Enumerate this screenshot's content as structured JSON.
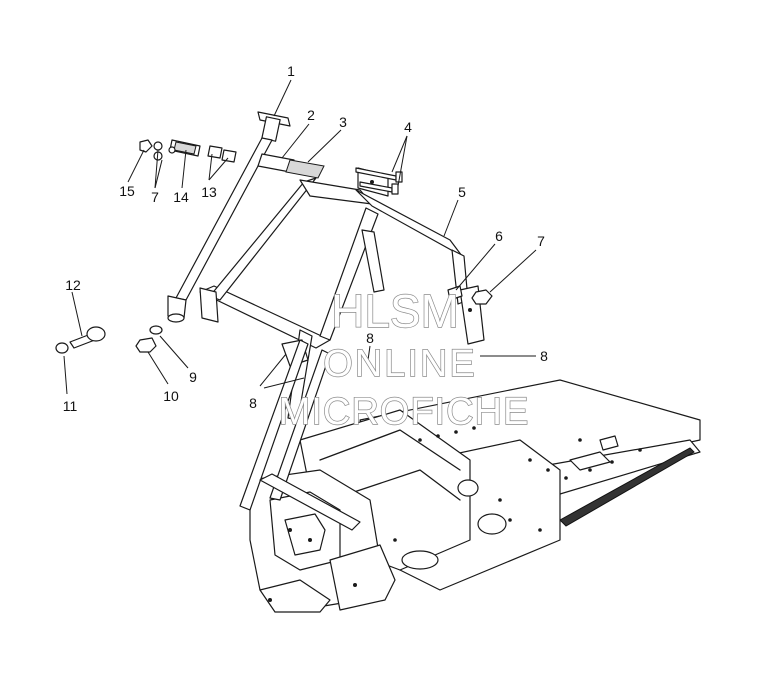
{
  "diagram": {
    "callouts": [
      {
        "id": "c1",
        "label": "1"
      },
      {
        "id": "c2",
        "label": "2"
      },
      {
        "id": "c3",
        "label": "3"
      },
      {
        "id": "c4",
        "label": "4"
      },
      {
        "id": "c5",
        "label": "5"
      },
      {
        "id": "c6",
        "label": "6"
      },
      {
        "id": "c7a",
        "label": "7"
      },
      {
        "id": "c7b",
        "label": "7"
      },
      {
        "id": "c8a",
        "label": "8"
      },
      {
        "id": "c8b",
        "label": "8"
      },
      {
        "id": "c8c",
        "label": "8"
      },
      {
        "id": "c9",
        "label": "9"
      },
      {
        "id": "c10",
        "label": "10"
      },
      {
        "id": "c11",
        "label": "11"
      },
      {
        "id": "c12",
        "label": "12"
      },
      {
        "id": "c13",
        "label": "13"
      },
      {
        "id": "c14",
        "label": "14"
      },
      {
        "id": "c15",
        "label": "15"
      }
    ]
  },
  "watermark": {
    "line1": "HLSM",
    "line2": "ONLINE",
    "line3": "MICROFICHE"
  },
  "colors": {
    "line": "#1a1a1a",
    "watermark_outline": "#8a8a8a",
    "background": "#ffffff"
  }
}
